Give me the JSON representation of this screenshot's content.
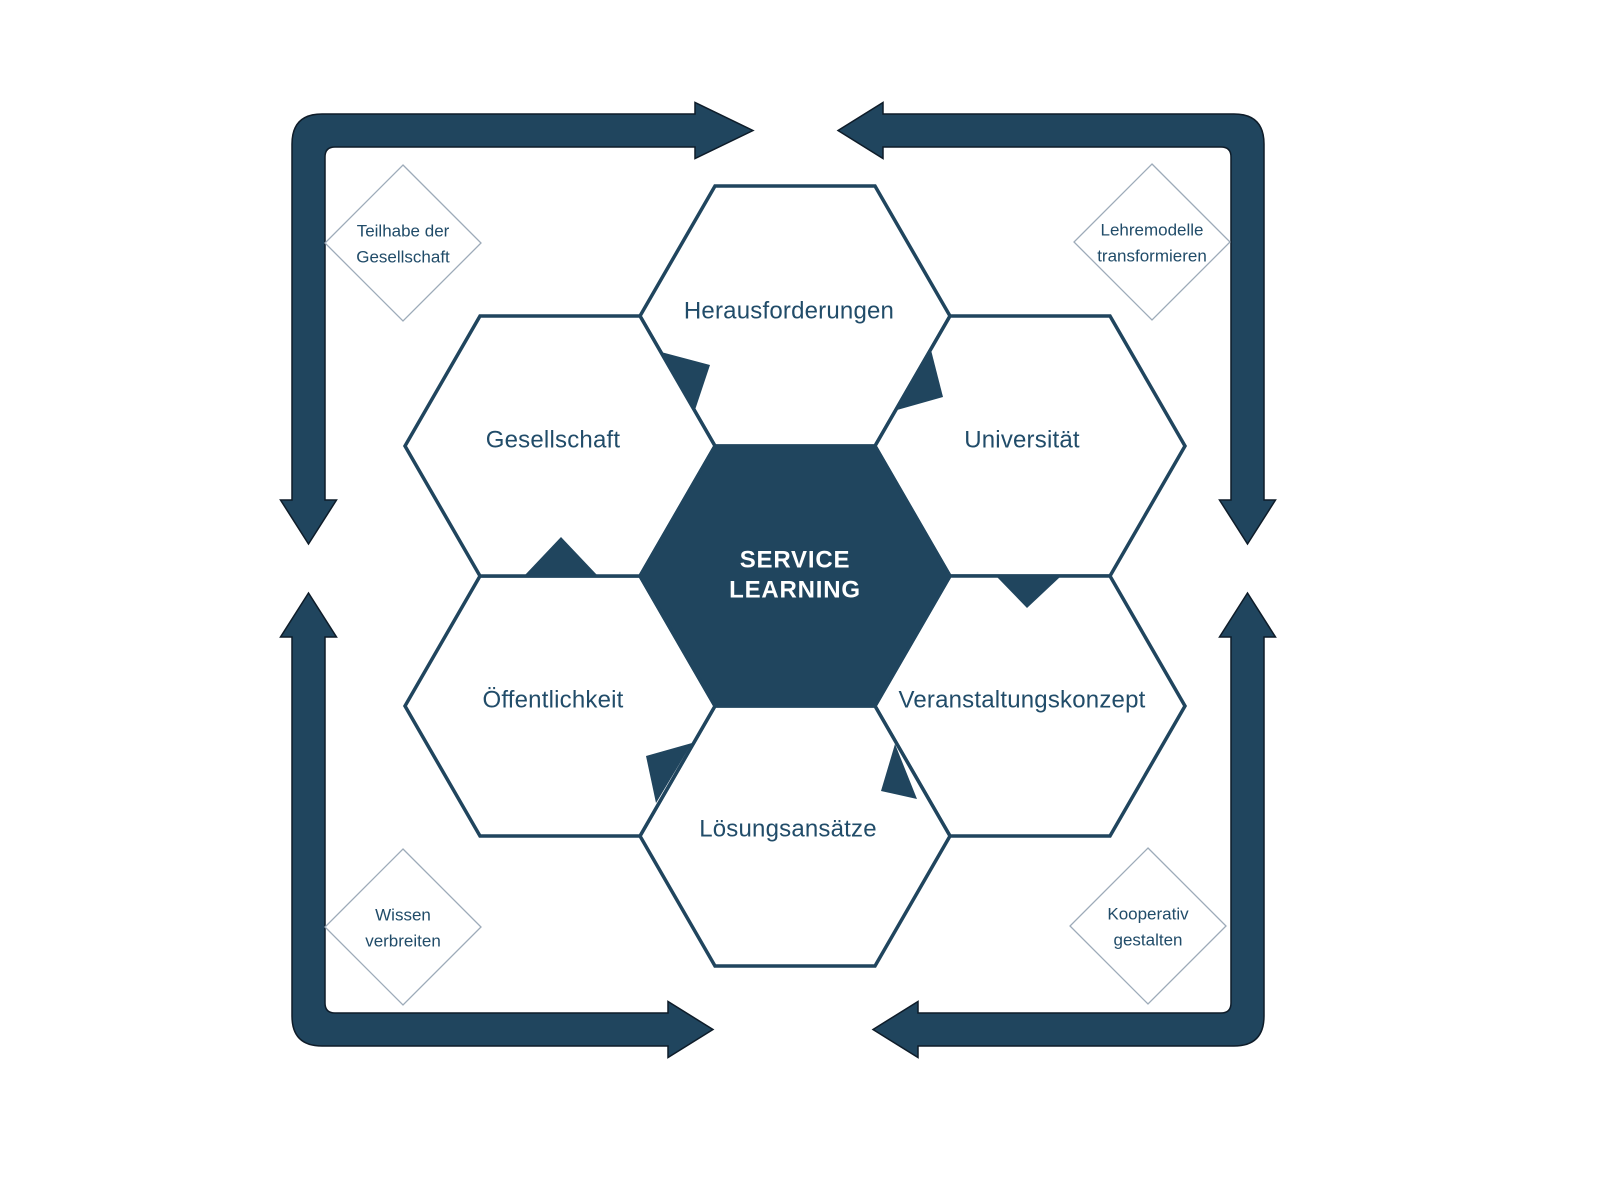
{
  "colors": {
    "navy": "#20455E",
    "label_text": "#214C69",
    "center_text": "#FFFFFF",
    "diamond_stroke": "#9DABB9",
    "arrow_outline": "#0E1C29",
    "background": "#FFFFFF"
  },
  "center_hexagon": {
    "line1": "SERVICE",
    "line2": "LEARNING"
  },
  "hexagons": [
    {
      "label": "Herausforderungen",
      "position": "top"
    },
    {
      "label": "Universität",
      "position": "top-right"
    },
    {
      "label": "Veranstaltungskonzept",
      "position": "bottom-right"
    },
    {
      "label": "Lösungsansätze",
      "position": "bottom"
    },
    {
      "label": "Öffentlichkeit",
      "position": "bottom-left"
    },
    {
      "label": "Gesellschaft",
      "position": "top-left"
    }
  ],
  "diamonds": [
    {
      "line1": "Teilhabe der",
      "line2": "Gesellschaft",
      "position": "top-left"
    },
    {
      "line1": "Lehremodelle",
      "line2": "transformieren",
      "position": "top-right"
    },
    {
      "line1": "Wissen",
      "line2": "verbreiten",
      "position": "bottom-left"
    },
    {
      "line1": "Kooperativ",
      "line2": "gestalten",
      "position": "bottom-right"
    }
  ]
}
